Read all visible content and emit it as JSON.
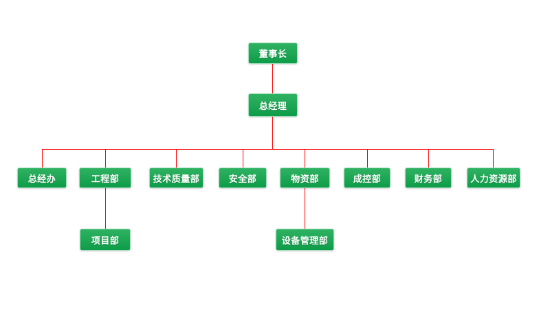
{
  "chart": {
    "type": "org_chart",
    "background": "#ffffff",
    "colors": {
      "node_fill_top": "#2fb262",
      "node_fill_bottom": "#0e9c49",
      "node_border": "#9fdcba",
      "node_text": "#ffffff",
      "connector": "#fe0000"
    },
    "nodes": [
      {
        "id": "chairman",
        "label": "董事长",
        "parent": null,
        "level": 1
      },
      {
        "id": "general-manager",
        "label": "总经理",
        "parent": "chairman",
        "level": 2
      },
      {
        "id": "general-office",
        "label": "总经办",
        "parent": "general-manager",
        "level": 3
      },
      {
        "id": "engineering",
        "label": "工程部",
        "parent": "general-manager",
        "level": 3
      },
      {
        "id": "tech-quality",
        "label": "技术质量部",
        "parent": "general-manager",
        "level": 3
      },
      {
        "id": "safety",
        "label": "安全部",
        "parent": "general-manager",
        "level": 3
      },
      {
        "id": "materials",
        "label": "物资部",
        "parent": "general-manager",
        "level": 3
      },
      {
        "id": "cost-control",
        "label": "成控部",
        "parent": "general-manager",
        "level": 3
      },
      {
        "id": "finance",
        "label": "财务部",
        "parent": "general-manager",
        "level": 3
      },
      {
        "id": "human-resources",
        "label": "人力资源部",
        "parent": "general-manager",
        "level": 3
      },
      {
        "id": "project",
        "label": "项目部",
        "parent": "engineering",
        "level": 4
      },
      {
        "id": "equipment-management",
        "label": "设备管理部",
        "parent": "materials",
        "level": 4
      }
    ]
  }
}
